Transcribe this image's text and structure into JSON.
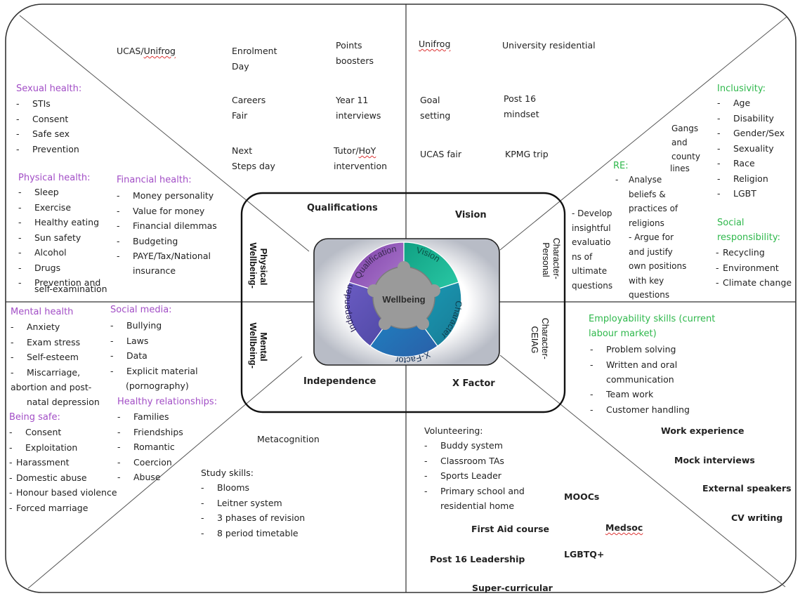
{
  "center": {
    "hub": "Wellbeing",
    "segments": [
      "Qualifications",
      "Vision",
      "Character",
      "X-Factor",
      "Independence"
    ]
  },
  "quadrant_labels": {
    "qualifications": "Qualifications",
    "vision": "Vision",
    "independence": "Independence",
    "x_factor": "X Factor",
    "wellbeing_physical": [
      "Wellbeing-",
      "Physical"
    ],
    "wellbeing_mental": [
      "Wellbeing-",
      "Mental"
    ],
    "character_personal": [
      "Character-",
      "Personal"
    ],
    "character_ceiag": [
      "Character-",
      "CEIAG"
    ]
  },
  "qualifications_items": {
    "ucas_unifrog": [
      "UCAS/",
      "Unifrog"
    ],
    "enrolment": [
      "Enrolment",
      "Day"
    ],
    "points": [
      "Points",
      "boosters"
    ],
    "careers": [
      "Careers",
      "Fair"
    ],
    "year11": [
      "Year 11",
      "interviews"
    ],
    "next_steps": [
      "Next",
      "Steps day"
    ],
    "tutor": [
      "Tutor/",
      "HoY",
      "intervention"
    ]
  },
  "vision_items": {
    "unifrog": "Unifrog",
    "residential": "University residential",
    "goal": [
      "Goal",
      "setting"
    ],
    "post16": [
      "Post 16",
      "mindset"
    ],
    "ucas_fair": "UCAS fair",
    "kpmg": "KPMG trip"
  },
  "sexual_health": {
    "title": "Sexual health:",
    "items": [
      "STIs",
      "Consent",
      "Safe sex",
      "Prevention"
    ]
  },
  "physical_health": {
    "title": "Physical health:",
    "items": [
      "Sleep",
      "Exercise",
      "Healthy eating",
      "Sun safety",
      "Alcohol",
      "Drugs",
      "Prevention and",
      "self-examination"
    ]
  },
  "financial_health": {
    "title": "Financial health:",
    "items": [
      "Money personality",
      "Value for money",
      "Financial dilemmas",
      "Budgeting",
      "PAYE/Tax/National",
      "insurance"
    ]
  },
  "character_personal": {
    "gangs": [
      "Gangs",
      "and",
      "county",
      "lines"
    ],
    "re_title": "RE:",
    "re_lines": [
      "Analyse",
      "beliefs &",
      "practices of",
      "religions",
      "- Argue for",
      "and justify",
      "own positions",
      "with key",
      "questions"
    ],
    "develop": [
      "- Develop",
      "insightful",
      "evaluatio",
      "ns of",
      "ultimate",
      "questions"
    ]
  },
  "inclusivity": {
    "title": "Inclusivity:",
    "items": [
      "Age",
      "Disability",
      "Gender/Sex",
      "Sexuality",
      "Race",
      "Religion",
      "LGBT"
    ]
  },
  "social_responsibility": {
    "title": [
      "Social",
      "responsibility:"
    ],
    "items": [
      "Recycling",
      "Environment",
      "Climate change"
    ]
  },
  "mental_health": {
    "title": "Mental health",
    "items": [
      "Anxiety",
      "Exam stress",
      "Self-esteem",
      "Miscarriage,",
      "abortion and post-",
      "natal depression"
    ]
  },
  "social_media": {
    "title": "Social media:",
    "items": [
      "Bullying",
      "Laws",
      "Data",
      "Explicit material",
      "(pornography)"
    ]
  },
  "healthy_relationships": {
    "title": "Healthy relationships:",
    "items": [
      "Families",
      "Friendships",
      "Romantic",
      "Coercion",
      "Abuse"
    ]
  },
  "being_safe": {
    "title": "Being safe:",
    "items": [
      "Consent",
      "Exploitation",
      "Harassment",
      "Domestic abuse",
      "Honour based violence",
      "Forced marriage"
    ]
  },
  "independence_items": {
    "metacognition": "Metacognition",
    "study_title": "Study skills:",
    "study_items": [
      "Blooms",
      "Leitner system",
      "3 phases of revision",
      "8 period timetable"
    ]
  },
  "employability": {
    "title": [
      "Employability skills (current",
      "labour market)"
    ],
    "items": [
      "Problem solving",
      "Written and oral",
      "communication",
      "Team work",
      "Customer handling"
    ]
  },
  "ceiag_items": {
    "work_experience": "Work experience",
    "mock_interviews": "Mock interviews",
    "external_speakers": "External speakers",
    "cv_writing": "CV writing"
  },
  "xfactor_items": {
    "volunteering_title": "Volunteering:",
    "volunteering": [
      "Buddy system",
      "Classroom TAs",
      "Sports Leader",
      "Primary school and",
      "residential home"
    ],
    "moocs": "MOOCs",
    "first_aid": "First Aid course",
    "medsoc": "Medsoc",
    "lgbtq": "LGBTQ+",
    "post16_leadership": "Post 16 Leadership",
    "super_curricular": "Super-curricular"
  },
  "colors": {
    "qualifications": "#9b59b6",
    "vision": "#17a589",
    "character": "#1f8fa6",
    "x_factor": "#2471a3",
    "independence": "#5b4da8",
    "hub": "#9e9e9e",
    "heading_purple": "#a24ec6",
    "heading_green": "#2fb84c"
  }
}
